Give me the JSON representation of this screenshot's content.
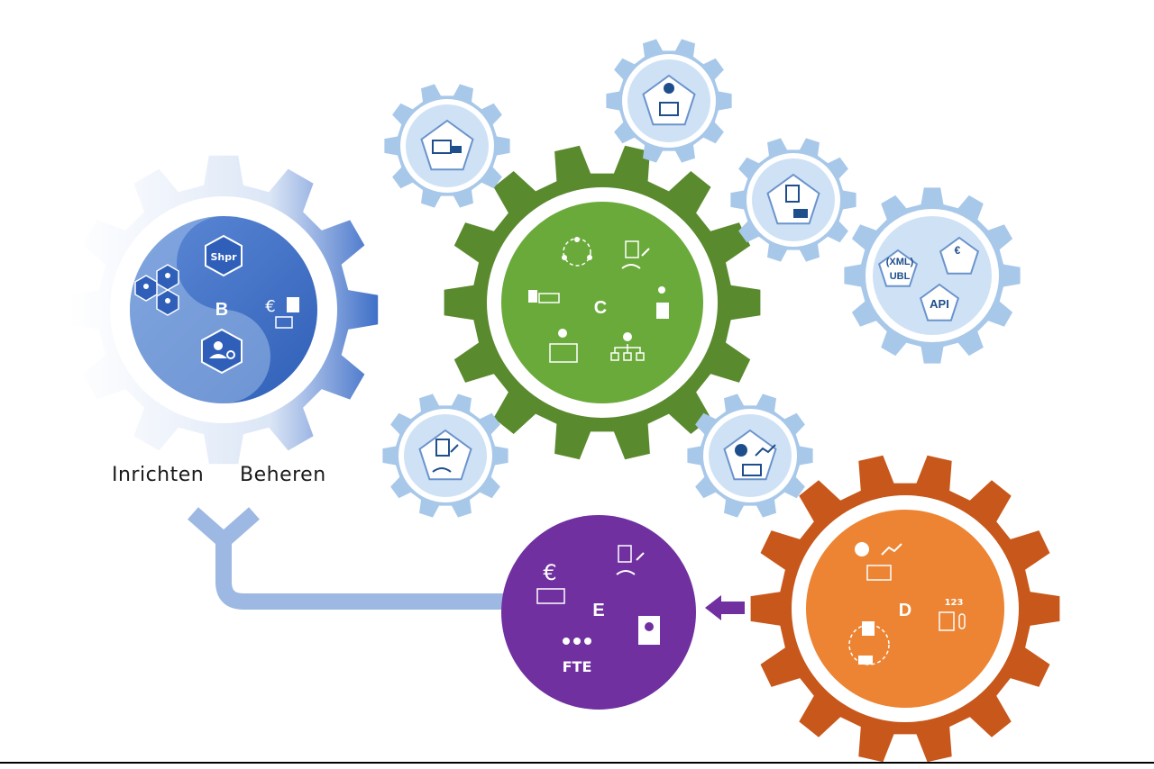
{
  "labels": {
    "setup": "Inrichten",
    "manage": "Beheren"
  },
  "hubs": {
    "b": "B",
    "c": "C",
    "d": "D",
    "e": "E"
  },
  "badges": {
    "shpr": "Shpr",
    "xml": "(XML)",
    "ubl": "UBL",
    "api": "API",
    "fte": "FTE",
    "euro": "€",
    "numbers": "123"
  },
  "colors": {
    "gear_b": "#3d6fc4",
    "gear_c": "#5a8a2e",
    "gear_c_inner": "#6aaa3a",
    "gear_d": "#c8571b",
    "gear_d_inner": "#ec8433",
    "circle_e": "#7030a0",
    "small_gear": "#a8c8ea",
    "small_gear_inner": "#cfe2f5",
    "arrow_blue": "#9db8e2",
    "arrow_purple": "#7030a0"
  }
}
